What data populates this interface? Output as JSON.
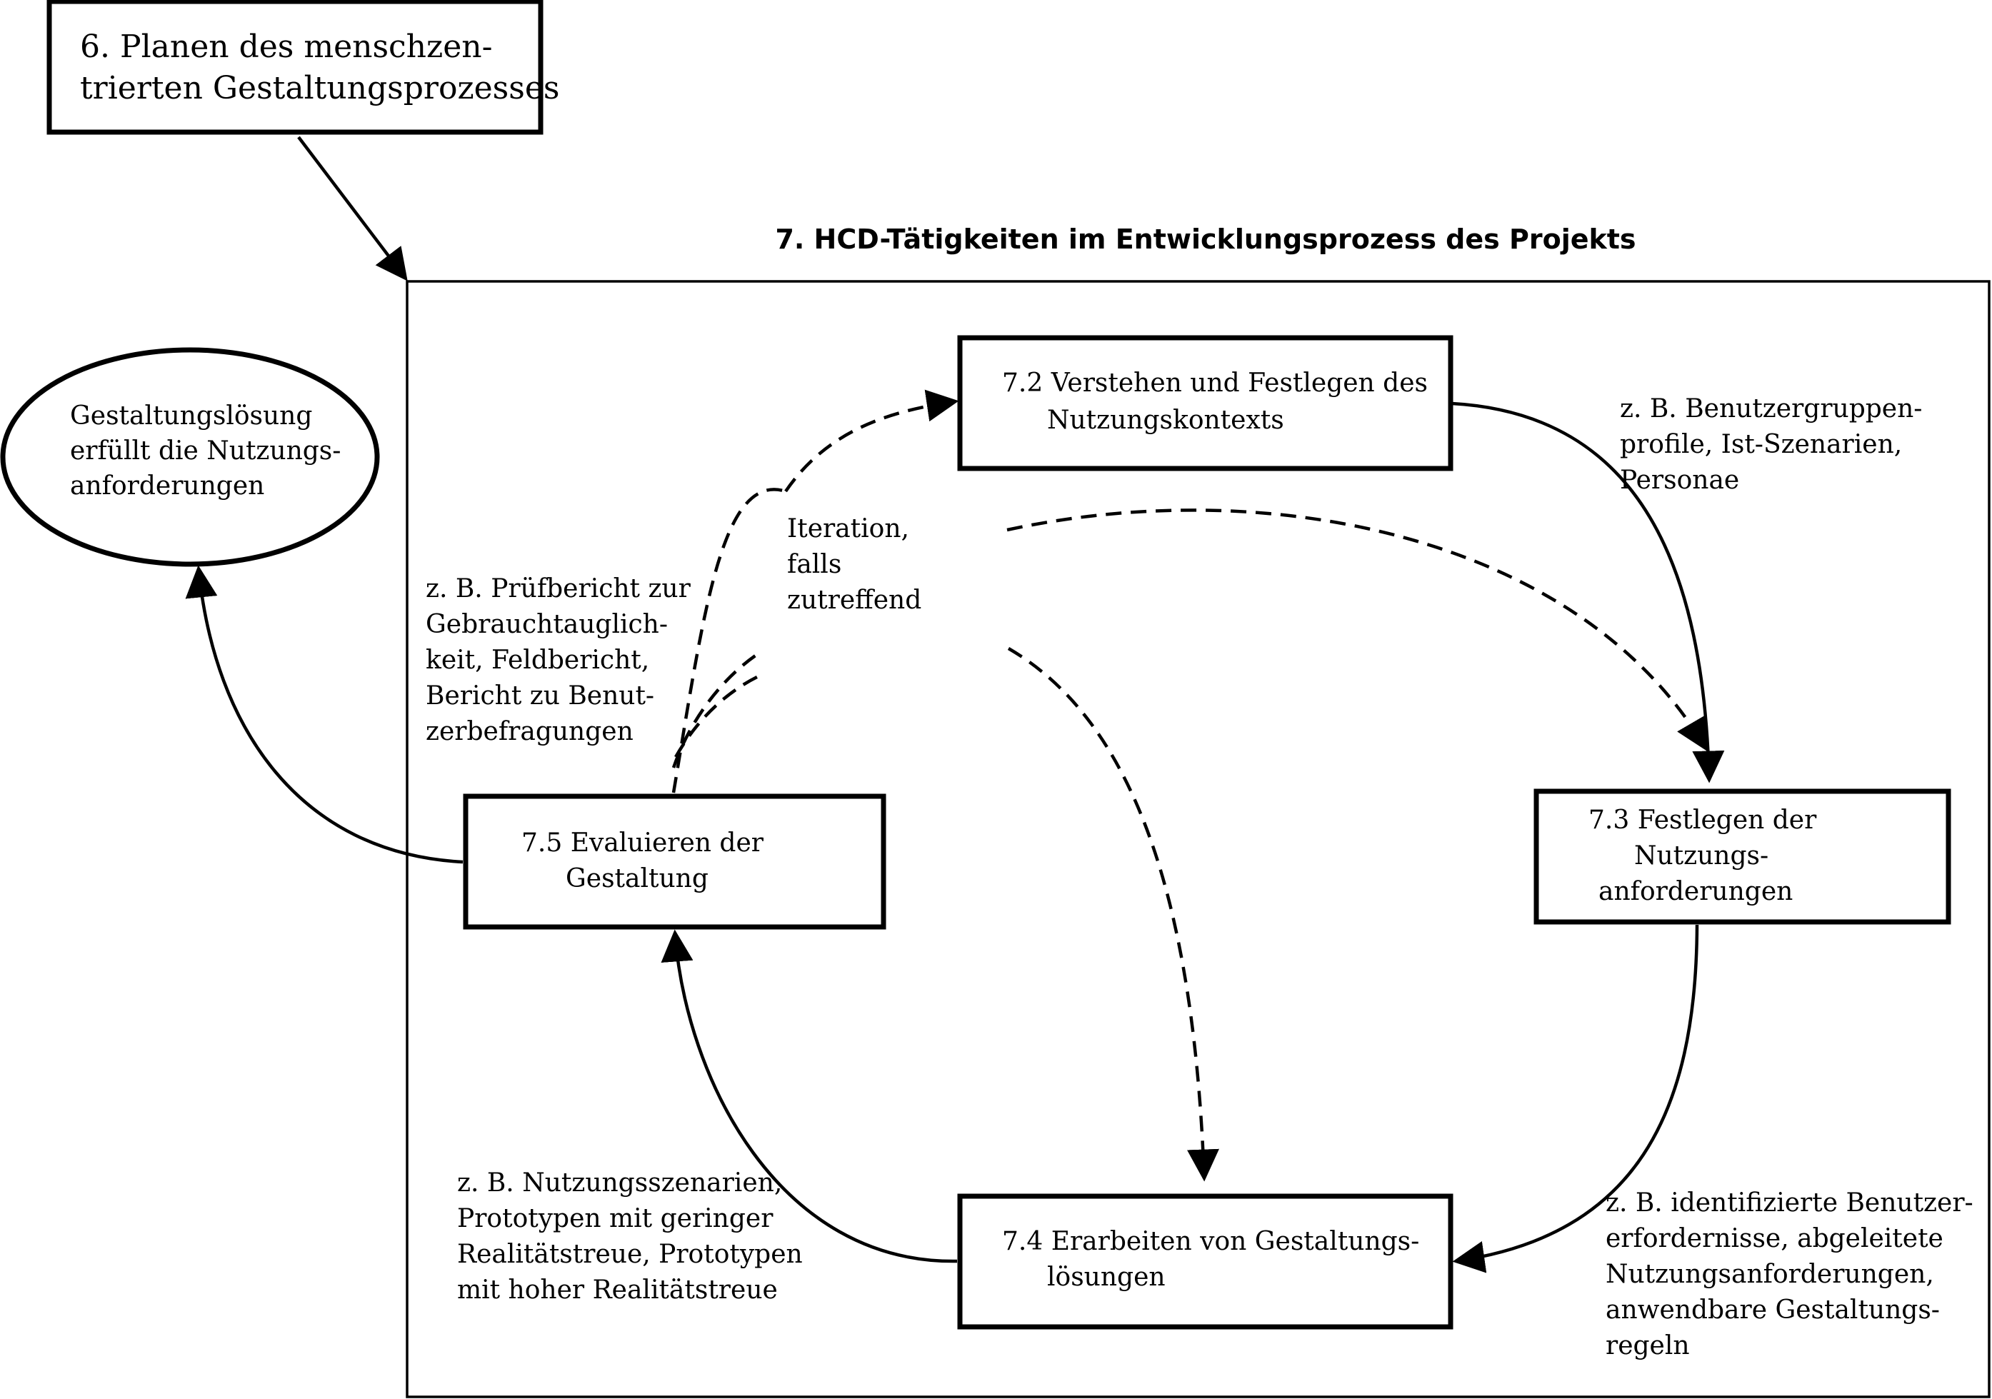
{
  "planning_box": {
    "lines": [
      "6. Planen des menschzen-",
      "trierten Gestaltungsprozesses"
    ]
  },
  "frame_title": "7. HCD-Tätigkeiten im Entwicklungsprozess des Projekts",
  "outcome": {
    "lines": [
      "Gestaltungslösung",
      "erfüllt die Nutzungs-",
      "anforderungen"
    ]
  },
  "steps": {
    "context": {
      "lines": [
        "7.2 Verstehen und Festlegen des",
        "Nutzungskontexts"
      ]
    },
    "requirements": {
      "lines": [
        "7.3 Festlegen der",
        "Nutzungs-",
        "anforderungen"
      ]
    },
    "solutions": {
      "lines": [
        "7.4 Erarbeiten von Gestaltungs-",
        "lösungen"
      ]
    },
    "evaluation": {
      "lines": [
        "7.5 Evaluieren der",
        "Gestaltung"
      ]
    }
  },
  "iteration_label": {
    "lines": [
      "Iteration,",
      "falls",
      "zutreffend"
    ]
  },
  "notes": {
    "context_outputs": [
      "z. B. Benutzergruppen-",
      "profile, Ist-Szenarien,",
      "Personae"
    ],
    "requirements_outputs": [
      "z. B. identifizierte Benutzer-",
      "erfordernisse, abgeleitete",
      "Nutzungsanforderungen,",
      "anwendbare Gestaltungs-",
      "regeln"
    ],
    "solutions_outputs": [
      "z. B. Nutzungsszenarien,",
      "Prototypen mit geringer",
      "Realitätstreue, Prototypen",
      "mit hoher Realitätstreue"
    ],
    "evaluation_outputs": [
      "z. B. Prüfbericht zur",
      "Gebrauchtauglich-",
      "keit, Feldbericht,",
      "Bericht zu Benut-",
      "zerbefragungen"
    ]
  }
}
